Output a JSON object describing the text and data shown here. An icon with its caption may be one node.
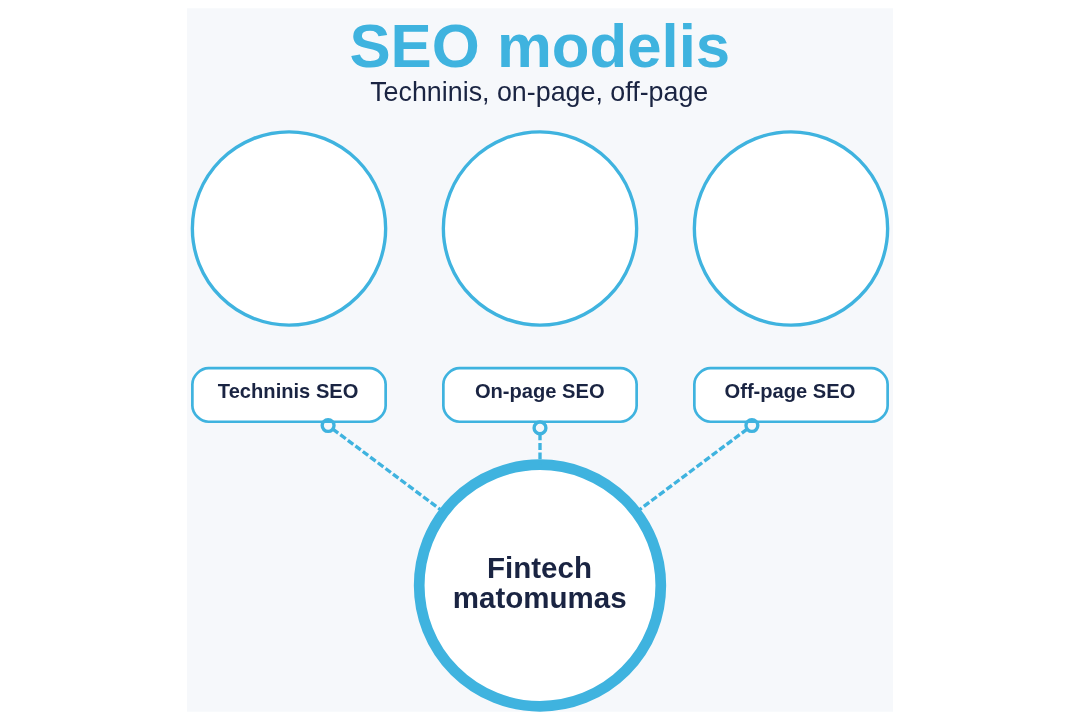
{
  "diagram": {
    "title": "SEO modelis",
    "caption": "Techninis, on-page, off-page",
    "nodes": [
      {
        "text": [],
        "shape": "circle"
      },
      {
        "text": [
          "Techninis SEO"
        ]
      },
      {
        "text": [],
        "shape": "circle"
      },
      {
        "text": [
          "On-page SEO"
        ]
      },
      {
        "text": [],
        "shape": "circle"
      },
      {
        "text": [
          "Off-page SEO"
        ]
      },
      {
        "text": [
          "Fintech matomumas"
        ]
      }
    ],
    "edges": [
      {
        "from": 1,
        "to": 6,
        "arrow": "other",
        "style": "dashed"
      },
      {
        "from": 3,
        "to": 6,
        "arrow": "other",
        "style": "dashed"
      },
      {
        "from": 5,
        "to": 6,
        "arrow": "other",
        "style": "dashed"
      }
    ]
  }
}
